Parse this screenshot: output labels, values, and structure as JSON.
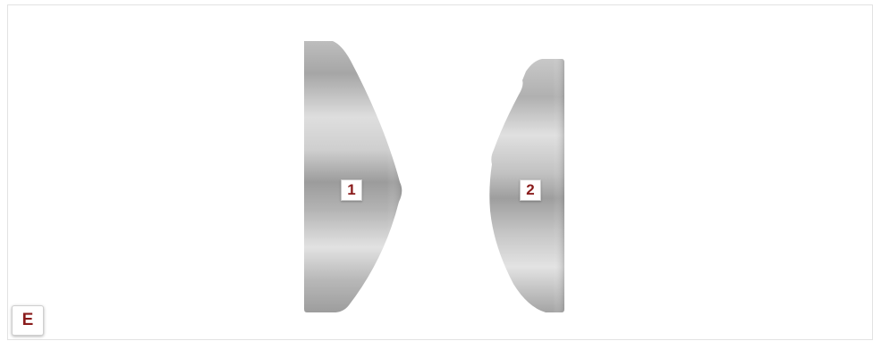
{
  "figure": {
    "letter": "E"
  },
  "parts": [
    {
      "label": "1"
    },
    {
      "label": "2"
    }
  ],
  "colors": {
    "label_text": "#8a1c1c",
    "metal_light": "#e4e4e4",
    "metal_dark": "#9a9a9a"
  }
}
